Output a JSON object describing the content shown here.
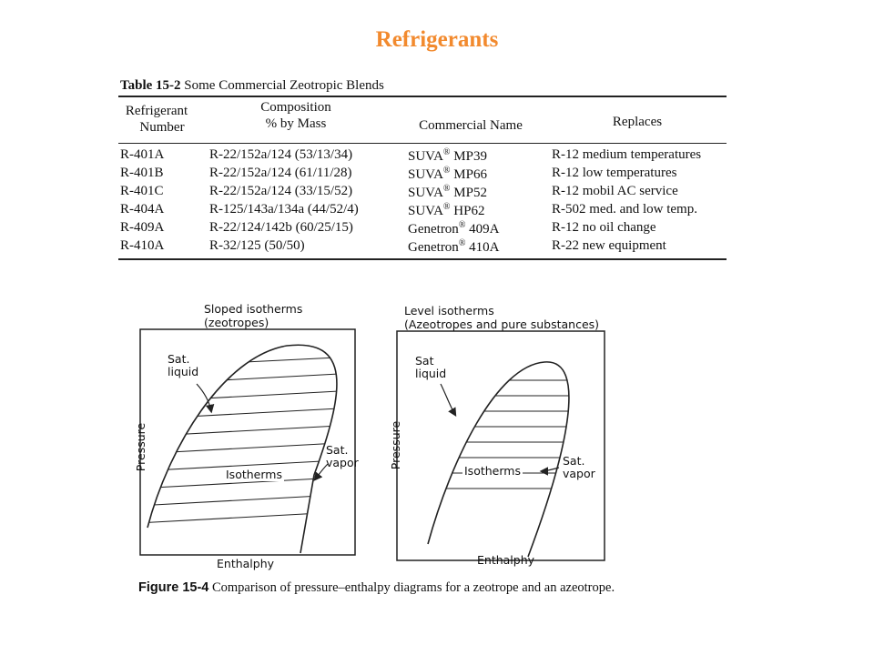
{
  "slide": {
    "title": "Refrigerants"
  },
  "table": {
    "caption_number": "Table 15-2",
    "caption_text": "Some Commercial Zeotropic Blends",
    "headers": {
      "refrigerant_line1": "Refrigerant",
      "refrigerant_line2": "Number",
      "composition_line1": "Composition",
      "composition_line2": "% by Mass",
      "commercial": "Commercial Name",
      "replaces": "Replaces"
    },
    "rows": [
      {
        "number": "R-401A",
        "composition": "R-22/152a/124 (53/13/34)",
        "brand": "SUVA",
        "mark": "®",
        "model": "MP39",
        "replaces": "R-12 medium temperatures"
      },
      {
        "number": "R-401B",
        "composition": "R-22/152a/124 (61/11/28)",
        "brand": "SUVA",
        "mark": "®",
        "model": "MP66",
        "replaces": "R-12 low temperatures"
      },
      {
        "number": "R-401C",
        "composition": "R-22/152a/124 (33/15/52)",
        "brand": "SUVA",
        "mark": "®",
        "model": "MP52",
        "replaces": "R-12 mobil AC service"
      },
      {
        "number": "R-404A",
        "composition": "R-125/143a/134a (44/52/4)",
        "brand": "SUVA",
        "mark": "®",
        "model": "HP62",
        "replaces": "R-502 med. and low temp."
      },
      {
        "number": "R-409A",
        "composition": "R-22/124/142b (60/25/15)",
        "brand": "Genetron",
        "mark": "®",
        "model": "409A",
        "replaces": "R-12 no oil change"
      },
      {
        "number": "R-410A",
        "composition": "R-32/125 (50/50)",
        "brand": "Genetron",
        "mark": "®",
        "model": "410A",
        "replaces": "R-22 new equipment"
      }
    ]
  },
  "figure": {
    "left": {
      "title_line1": "Sloped isotherms",
      "title_line2": "(zeotropes)",
      "sat_liquid_line1": "Sat.",
      "sat_liquid_line2": "liquid",
      "sat_vapor_line1": "Sat.",
      "sat_vapor_line2": "vapor",
      "isotherms": "Isotherms",
      "y_axis": "Pressure",
      "x_axis": "Enthalphy"
    },
    "right": {
      "title_line1": "Level isotherms",
      "title_line2": "(Azeotropes and pure substances)",
      "sat_liquid_line1": "Sat",
      "sat_liquid_line2": "liquid",
      "sat_vapor_line1": "Sat.",
      "sat_vapor_line2": "vapor",
      "isotherms": "Isotherms",
      "y_axis": "Pressure",
      "x_axis": "Enthalphy"
    },
    "caption_number": "Figure 15-4",
    "caption_text": "Comparison of pressure–enthalpy diagrams for a zeotrope and an azeotrope."
  }
}
